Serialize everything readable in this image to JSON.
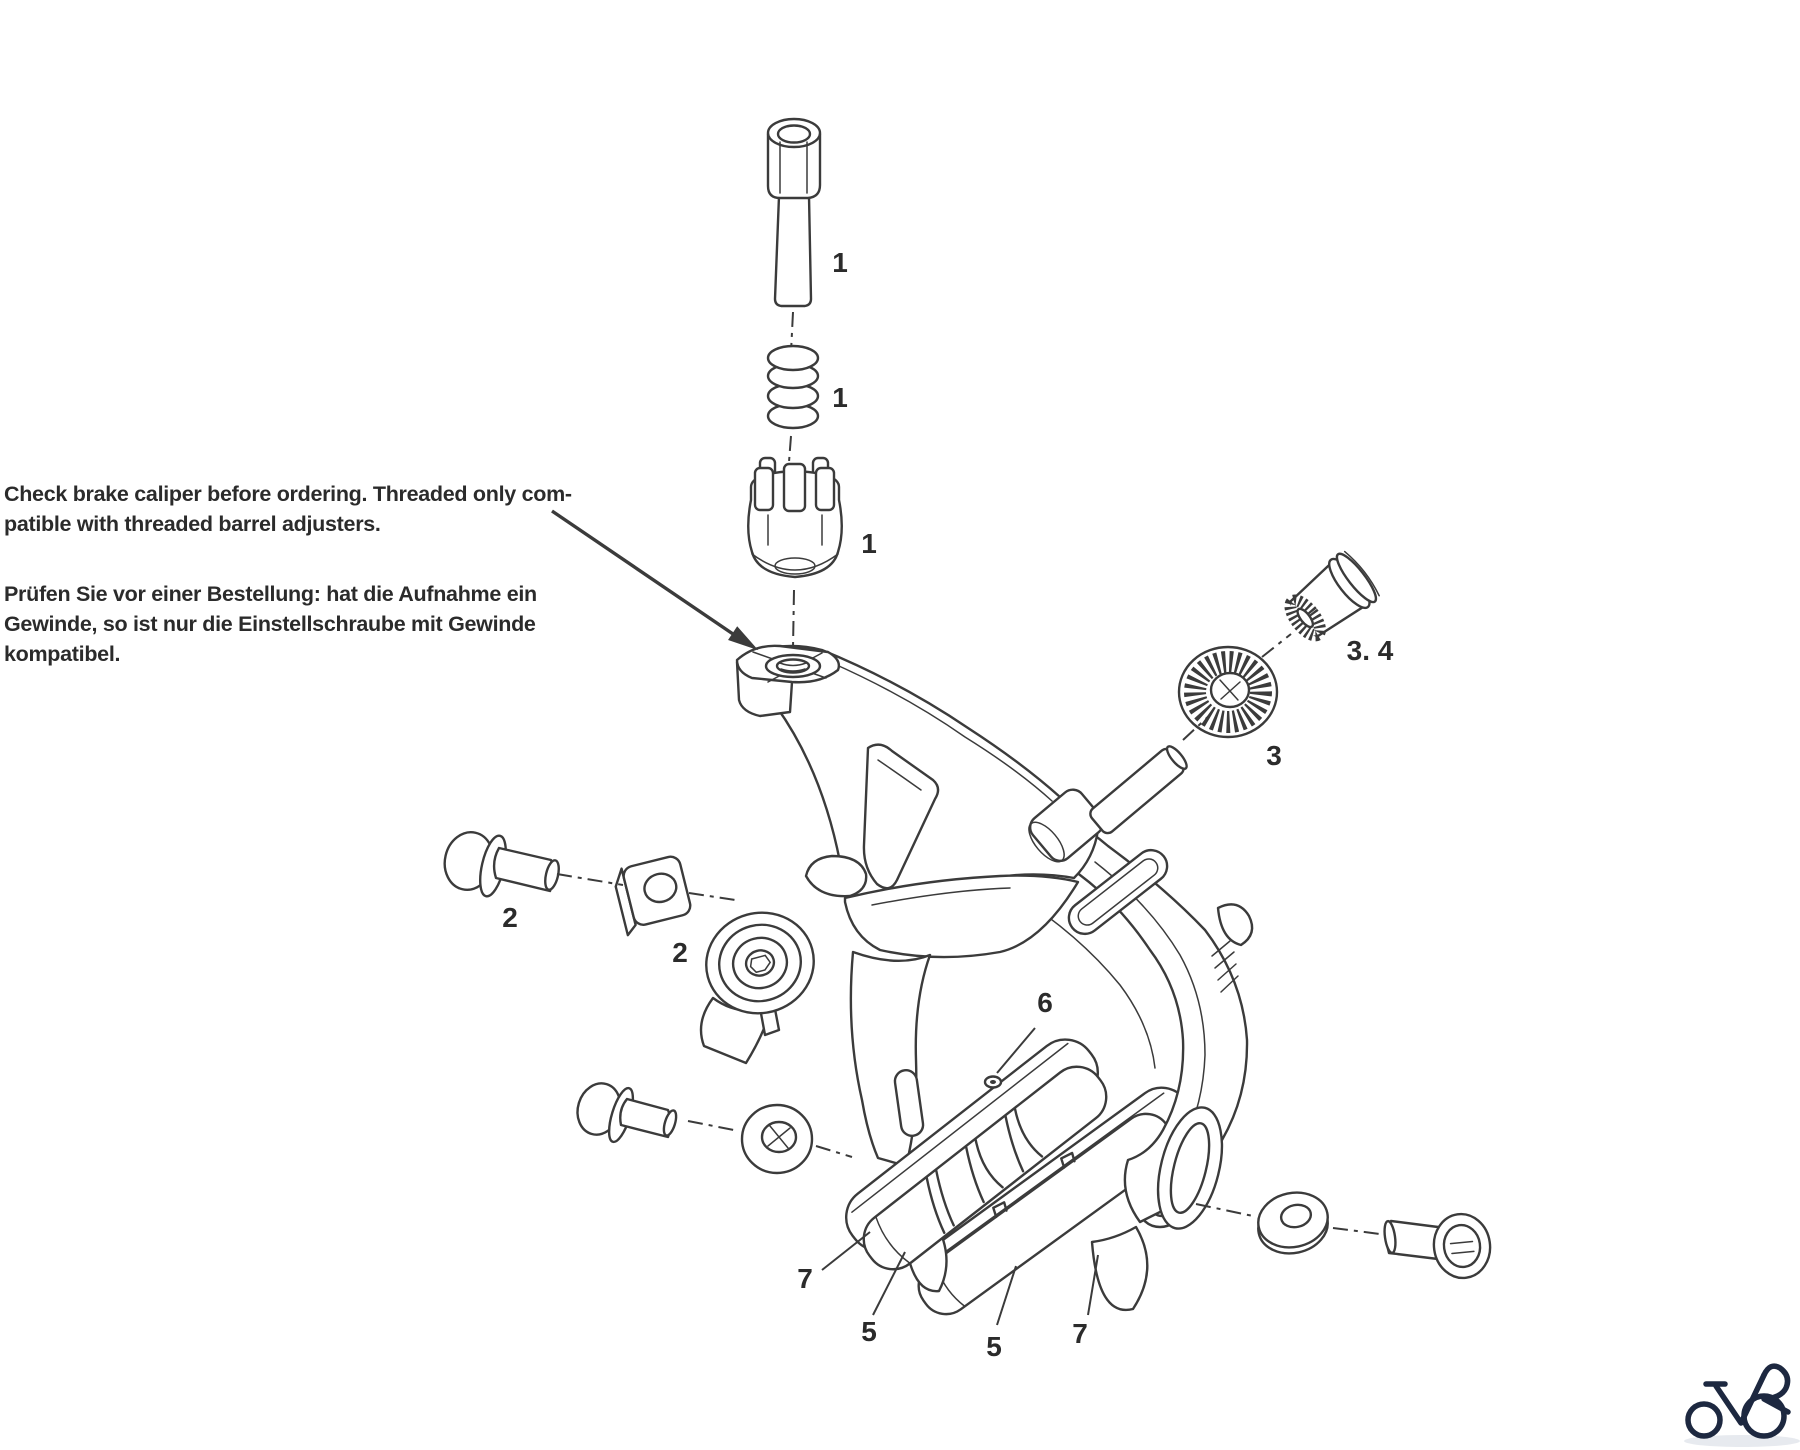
{
  "figure": {
    "kind": "exploded-parts-diagram",
    "subject": "road brake caliper",
    "note_en": [
      "Check brake caliper before ordering. Threaded only com-",
      "patible with threaded barrel adjusters."
    ],
    "note_de": [
      "Prüfen Sie vor einer Bestellung: hat die Aufnahme ein",
      "Gewinde, so ist nur die Einstellschraube mit Gewinde",
      "kompatibel."
    ]
  },
  "callouts": {
    "barrel_adjuster_bolt": "1",
    "barrel_adjuster_spring": "1",
    "barrel_adjuster_nut": "1",
    "cable_anchor_bolt": "2",
    "cable_anchor_nut_plate": "2",
    "serrated_washer": "3",
    "mounting_nut": "3. 4",
    "pad_fixing_screw_hole": "6",
    "pad_holder_left": "7",
    "pad_insert_left": "5",
    "pad_insert_right": "5",
    "pad_holder_right": "7"
  },
  "colors": {
    "line": "#3b3b3b",
    "text": "#2b2b2b",
    "logo": "#1d2840"
  },
  "icons": {
    "bottom_right": "bicycle-logo"
  }
}
